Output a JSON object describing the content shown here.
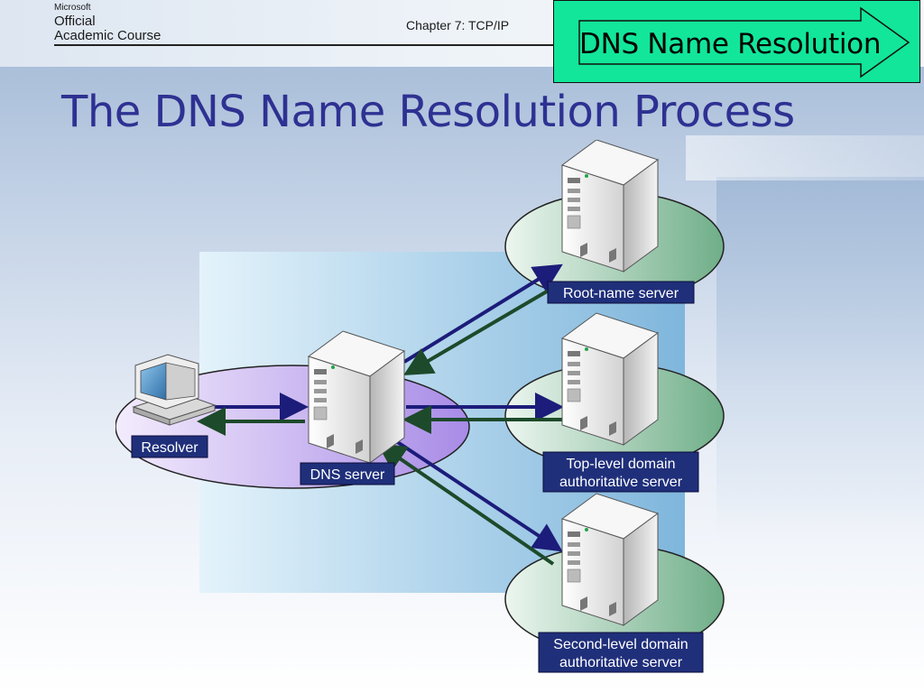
{
  "header": {
    "logo_line1": "Microsoft",
    "logo_line2": "Official",
    "logo_line3": "Academic Course",
    "chapter": "Chapter 7: TCP/IP"
  },
  "badge": {
    "label": "DNS Name Resolution"
  },
  "title": "The DNS Name Resolution Process",
  "diagram": {
    "nodes": {
      "resolver": "Resolver",
      "dns_server": "DNS server",
      "root_server": "Root-name server",
      "tld_line1": "Top-level domain",
      "tld_line2": "authoritative server",
      "sld_line1": "Second-level domain",
      "sld_line2": "authoritative server"
    }
  },
  "colors": {
    "title": "#2e3192",
    "badge_fill": "#12e69a",
    "label_bg": "#1f2f7a",
    "request_arrow": "#1c1c7a",
    "response_arrow": "#1d4a2a"
  },
  "icons": [
    "workstation-icon",
    "server-icon",
    "arrow-icon"
  ]
}
